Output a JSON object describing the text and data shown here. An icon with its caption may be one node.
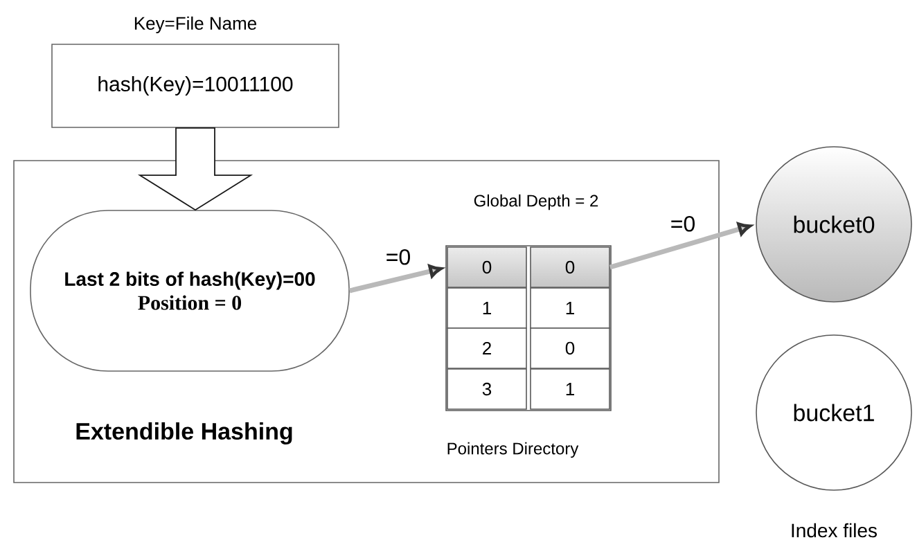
{
  "diagram": {
    "nodes": [
      {
        "text": [
          "hash(Key)=10011100"
        ],
        "beside": [
          "Key=File Name"
        ]
      },
      {
        "text": [
          "Extendible Hashing"
        ]
      },
      {
        "text": [
          "Last 2 bits of hash(Key)=00",
          "Position = 0"
        ],
        "in": 1
      },
      {
        "text": [
          "Global Depth = 2",
          "Pointers Directory"
        ],
        "in": 1
      },
      {
        "text": [
          "0"
        ],
        "in": 3
      },
      {
        "text": [
          "0"
        ],
        "in": 3
      },
      {
        "text": [
          "1"
        ],
        "in": 3
      },
      {
        "text": [
          "1"
        ],
        "in": 3
      },
      {
        "text": [
          "2"
        ],
        "in": 3
      },
      {
        "text": [
          "0"
        ],
        "in": 3
      },
      {
        "text": [
          "3"
        ],
        "in": 3
      },
      {
        "text": [
          "1"
        ],
        "in": 3
      },
      {
        "text": [
          "bucket0"
        ]
      },
      {
        "text": [
          "bucket1"
        ]
      }
    ],
    "edges": [
      {
        "from": 0,
        "to": 2,
        "arrow": "to",
        "style": "thick"
      },
      {
        "from": 2,
        "to": 4,
        "arrow": "to",
        "label": "=0"
      },
      {
        "from": 5,
        "to": 12,
        "arrow": "to",
        "label": "=0"
      }
    ],
    "labels": [
      "Index files"
    ]
  }
}
